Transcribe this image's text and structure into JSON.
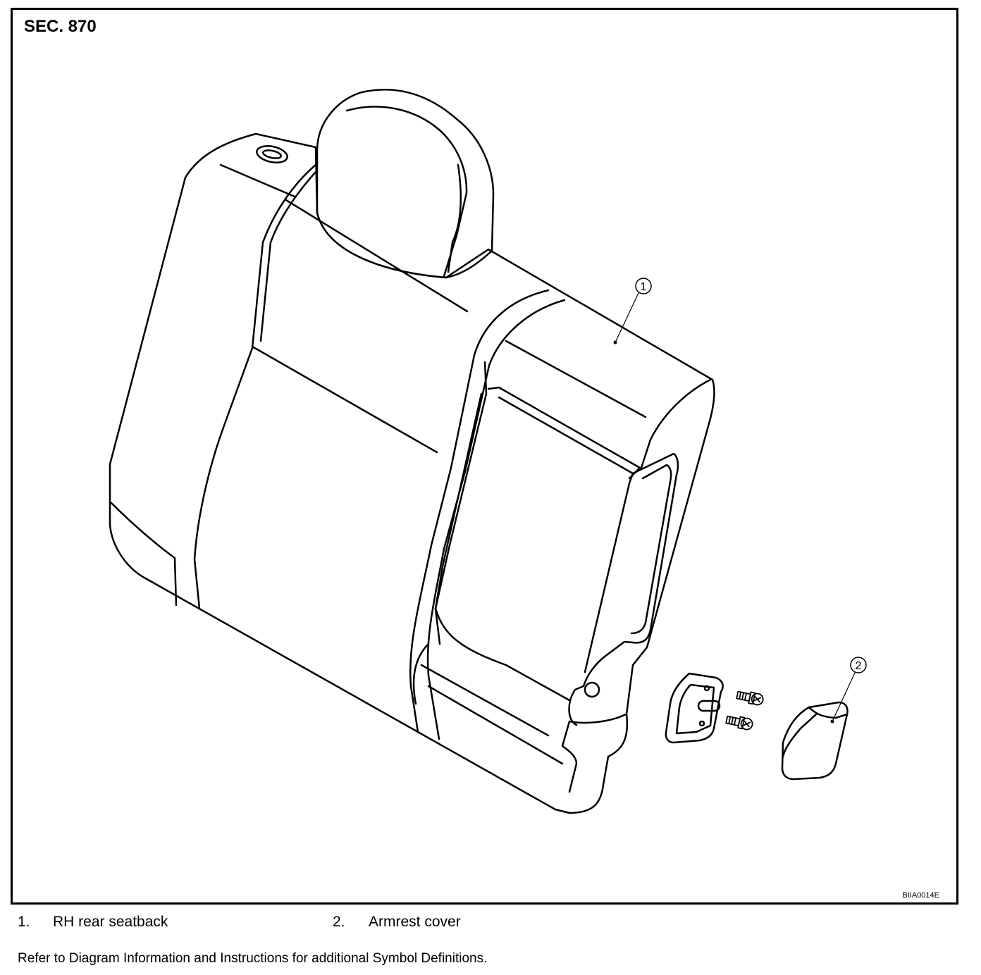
{
  "section_label": "SEC. 870",
  "figure_code": "BIIA0014E",
  "callouts": [
    {
      "number": "1",
      "part": "RH rear seatback"
    },
    {
      "number": "2",
      "part": "Armrest cover"
    }
  ],
  "legend": [
    {
      "number": "1.",
      "text": "RH rear seatback"
    },
    {
      "number": "2.",
      "text": "Armrest cover"
    }
  ],
  "note": "Refer to Diagram Information and Instructions for additional Symbol Definitions."
}
